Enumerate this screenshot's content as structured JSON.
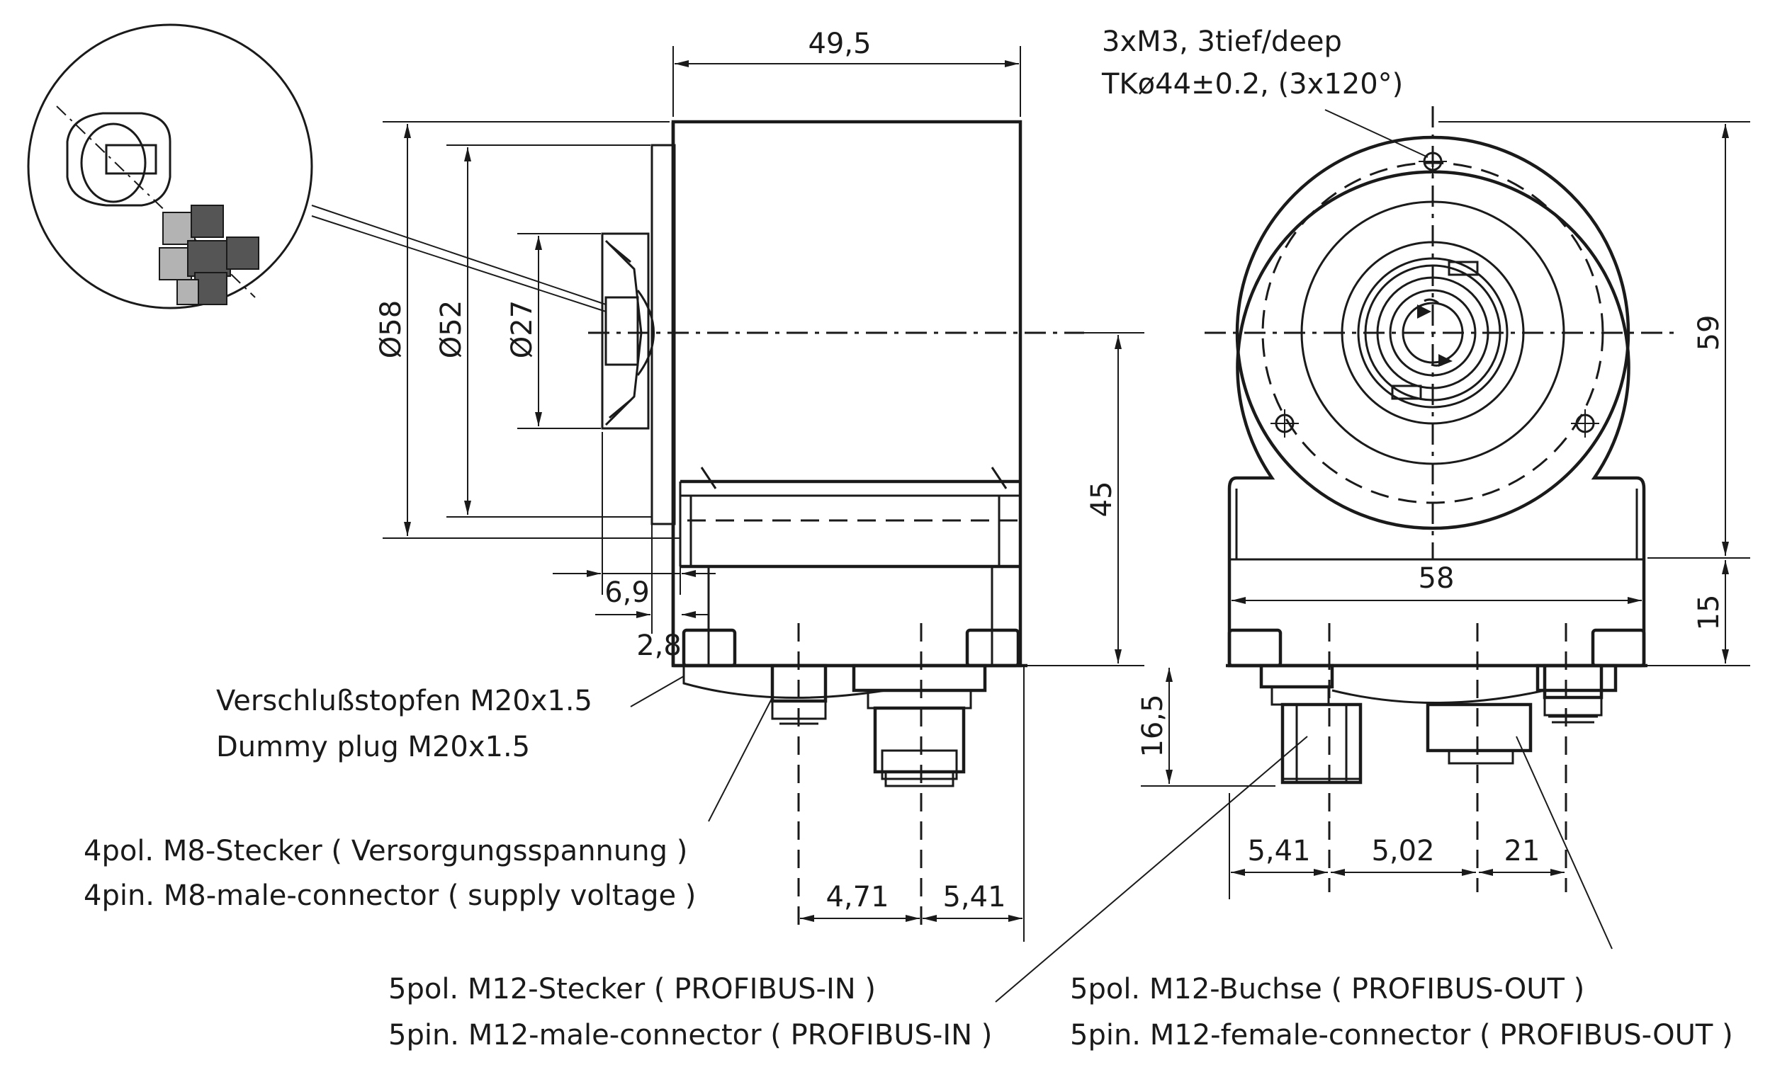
{
  "drawing": {
    "dimensions": {
      "d_49_5": "49,5",
      "d_58_dia": "Ø58",
      "d_52_dia": "Ø52",
      "d_27_dia": "Ø27",
      "d_45": "45",
      "d_6_9": "6,9",
      "d_2_8": "2,8",
      "d_4_71": "4,71",
      "d_5_41_left": "5,41",
      "d_59": "59",
      "d_15": "15",
      "d_58": "58",
      "d_16_5": "16,5",
      "d_5_41_right": "5,41",
      "d_5_02": "5,02",
      "d_21": "21"
    },
    "notes": {
      "mount_line1": "3xM3, 3tief/deep",
      "mount_line2": "TKø44±0.2, (3x120°)",
      "dummy_line1": "Verschlußstopfen M20x1.5",
      "dummy_line2": "Dummy plug M20x1.5",
      "m8_line1": "4pol. M8-Stecker ( Versorgungsspannung )",
      "m8_line2": "4pin. M8-male-connector ( supply voltage )",
      "m12in_line1": "5pol. M12-Stecker ( PROFIBUS-IN )",
      "m12in_line2": "5pin. M12-male-connector ( PROFIBUS-IN )",
      "m12out_line1": "5pol. M12-Buchse ( PROFIBUS-OUT )",
      "m12out_line2": "5pin. M12-female-connector ( PROFIBUS-OUT )"
    },
    "colors": {
      "line": "#1a1a1a",
      "light_gray": "#b3b3b3",
      "dark_gray": "#555555",
      "background": "#ffffff"
    }
  }
}
